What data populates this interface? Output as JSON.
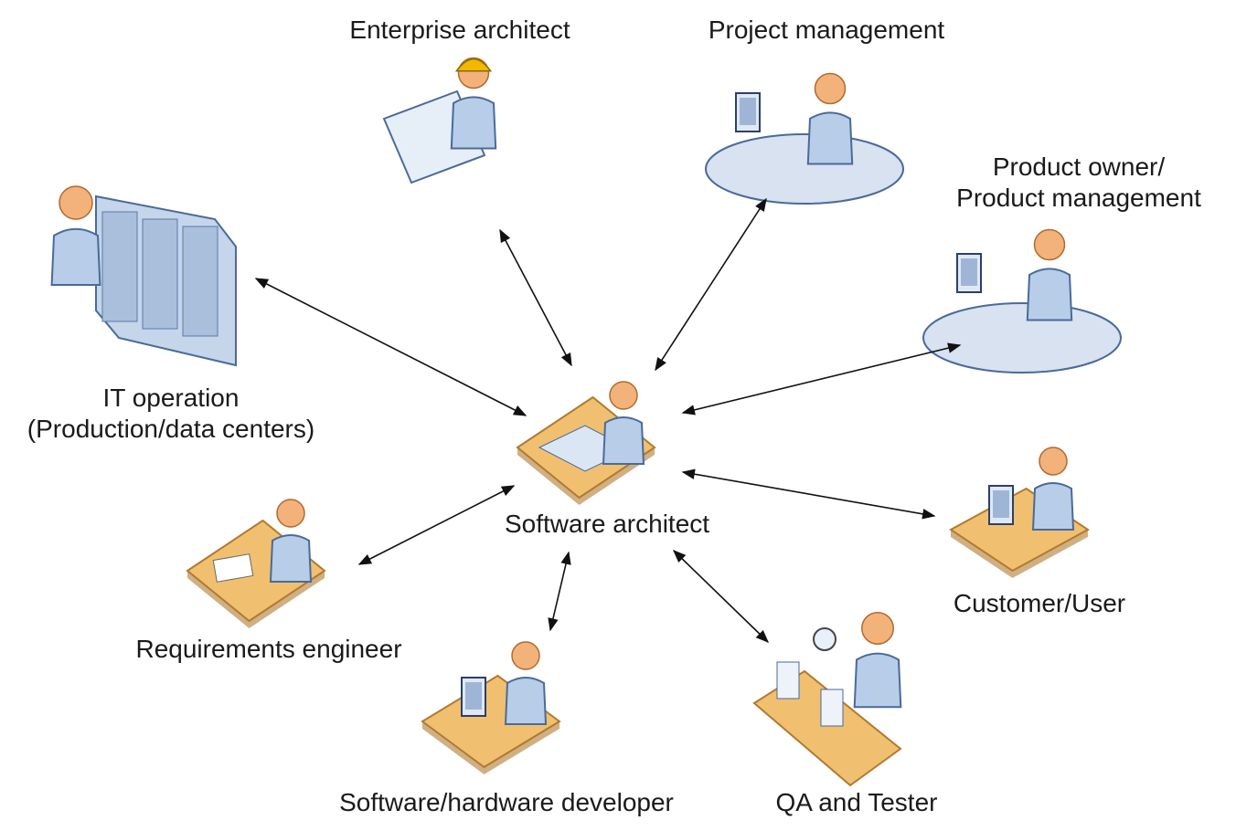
{
  "center": {
    "label": "Software architect"
  },
  "roles": [
    {
      "id": "enterprise",
      "lines": [
        "Enterprise architect"
      ]
    },
    {
      "id": "project",
      "lines": [
        "Project management"
      ]
    },
    {
      "id": "product",
      "lines": [
        "Product owner/",
        "Product management"
      ]
    },
    {
      "id": "itops",
      "lines": [
        "IT operation",
        "(Production/data centers)"
      ]
    },
    {
      "id": "customer",
      "lines": [
        "Customer/User"
      ]
    },
    {
      "id": "requirements",
      "lines": [
        "Requirements engineer"
      ]
    },
    {
      "id": "developer",
      "lines": [
        "Software/hardware developer"
      ]
    },
    {
      "id": "qa",
      "lines": [
        "QA and Tester"
      ]
    }
  ],
  "colors": {
    "skin": "#f2b27a",
    "body": "#b8cde8",
    "outline": "#4a6a99",
    "desk": "#f0c070",
    "deskEdge": "#b07a30",
    "arrow": "#111111"
  }
}
